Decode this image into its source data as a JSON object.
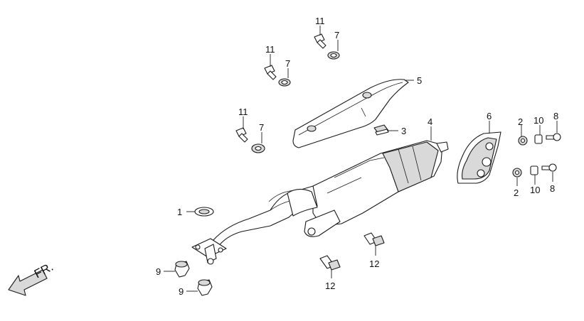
{
  "direction_label": "FR.",
  "callouts": {
    "c1": "1",
    "c2a": "2",
    "c2b": "2",
    "c3": "3",
    "c4": "4",
    "c5": "5",
    "c6": "6",
    "c7a": "7",
    "c7b": "7",
    "c7c": "7",
    "c8a": "8",
    "c8b": "8",
    "c9a": "9",
    "c9b": "9",
    "c10a": "10",
    "c10b": "10",
    "c11a": "11",
    "c11b": "11",
    "c11c": "11",
    "c12a": "12",
    "c12b": "12"
  },
  "colors": {
    "line": "#1a1a1a",
    "part_fill": "#ffffff",
    "shade": "#d9d9d9"
  }
}
